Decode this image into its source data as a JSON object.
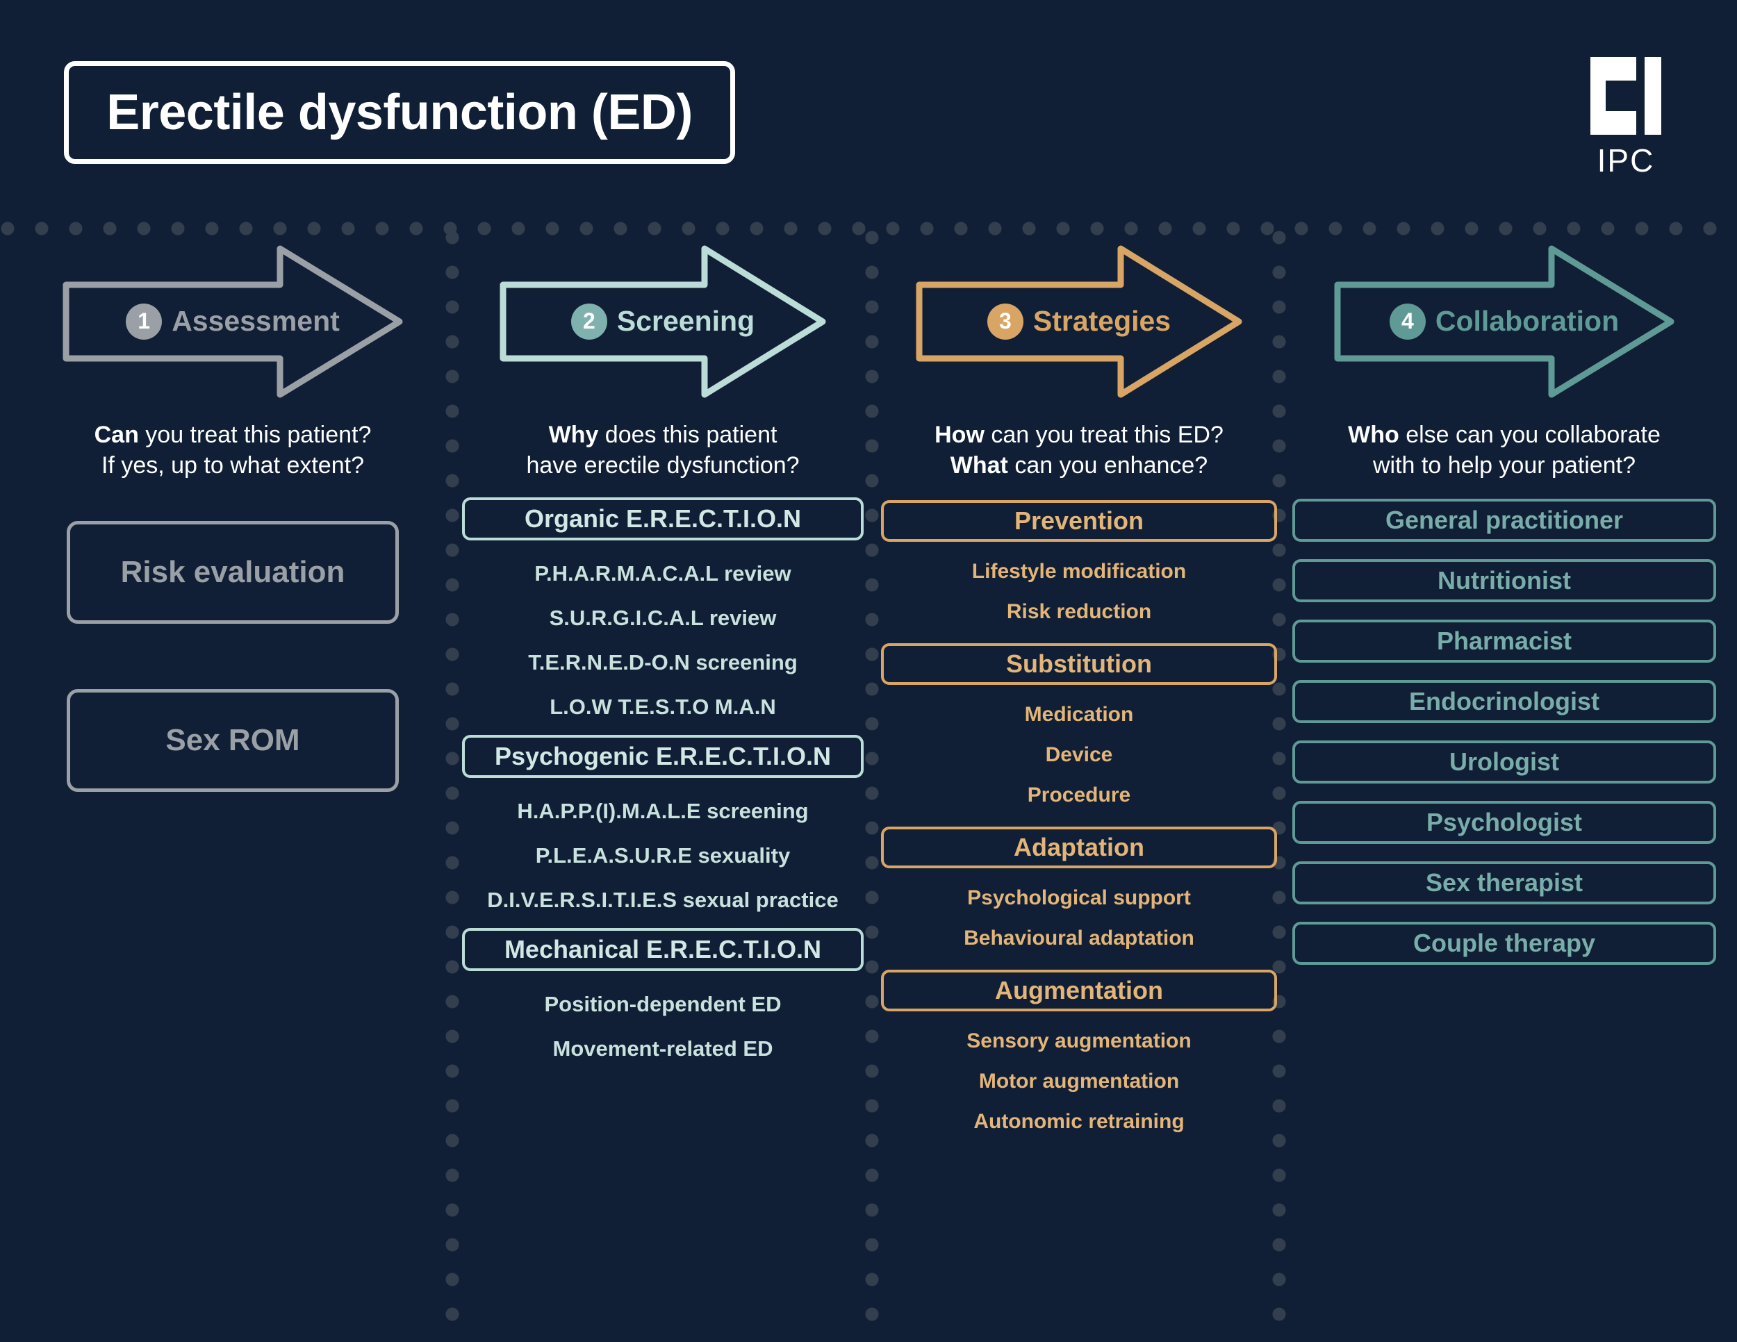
{
  "header": {
    "title": "Erectile dysfunction (ED)",
    "logo_text": "IPC"
  },
  "colors": {
    "background": "#101f35",
    "dot": "#333f4f",
    "white": "#ffffff",
    "step1": "#9aa0a6",
    "step2": "#bcdcd8",
    "step2_text": "#c9e2de",
    "step3": "#d9a565",
    "step3_text": "#e3b579",
    "step4": "#5f9a96",
    "step4_text": "#79ada9"
  },
  "columns": [
    {
      "number": "1",
      "name": "Assessment",
      "color": "#9aa0a6",
      "question_bold": "Can",
      "question_rest": " you treat this patient?",
      "question_line2": "If yes, up to what extent?",
      "boxes": [
        {
          "label": "Risk evaluation"
        },
        {
          "label": "Sex ROM"
        }
      ]
    },
    {
      "number": "2",
      "name": "Screening",
      "color": "#bcdcd8",
      "question_bold": "Why",
      "question_rest": " does this patient",
      "question_line2": "have erectile dysfunction?",
      "groups": [
        {
          "heading": "Organic E.R.E.C.T.I.O.N",
          "items": [
            "P.H.A.R.M.A.C.A.L review",
            "S.U.R.G.I.C.A.L review",
            "T.E.R.N.E.D-O.N screening",
            "L.O.W T.E.S.T.O M.A.N"
          ]
        },
        {
          "heading": "Psychogenic E.R.E.C.T.I.O.N",
          "items": [
            "H.A.P.P.(I).M.A.L.E screening",
            "P.L.E.A.S.U.R.E sexuality",
            "D.I.V.E.R.S.I.T.I.E.S sexual practice"
          ]
        },
        {
          "heading": "Mechanical E.R.E.C.T.I.O.N",
          "items": [
            "Position-dependent ED",
            "Movement-related ED"
          ]
        }
      ]
    },
    {
      "number": "3",
      "name": "Strategies",
      "color": "#d9a565",
      "question_bold": "How",
      "question_rest": " can you treat this ED?",
      "question_line2_bold": "What",
      "question_line2_rest": " can you enhance?",
      "groups": [
        {
          "heading": "Prevention",
          "items": [
            "Lifestyle modification",
            "Risk reduction"
          ]
        },
        {
          "heading": "Substitution",
          "items": [
            "Medication",
            "Device",
            "Procedure"
          ]
        },
        {
          "heading": "Adaptation",
          "items": [
            "Psychological support",
            "Behavioural adaptation"
          ]
        },
        {
          "heading": "Augmentation",
          "items": [
            "Sensory augmentation",
            "Motor augmentation",
            "Autonomic retraining"
          ]
        }
      ]
    },
    {
      "number": "4",
      "name": "Collaboration",
      "color": "#5f9a96",
      "question_bold": "Who",
      "question_rest": " else can you collaborate",
      "question_line2": "with to help your patient?",
      "boxes": [
        {
          "label": "General practitioner"
        },
        {
          "label": "Nutritionist"
        },
        {
          "label": "Pharmacist"
        },
        {
          "label": "Endocrinologist"
        },
        {
          "label": "Urologist"
        },
        {
          "label": "Psychologist"
        },
        {
          "label": "Sex therapist"
        },
        {
          "label": "Couple therapy"
        }
      ]
    }
  ]
}
